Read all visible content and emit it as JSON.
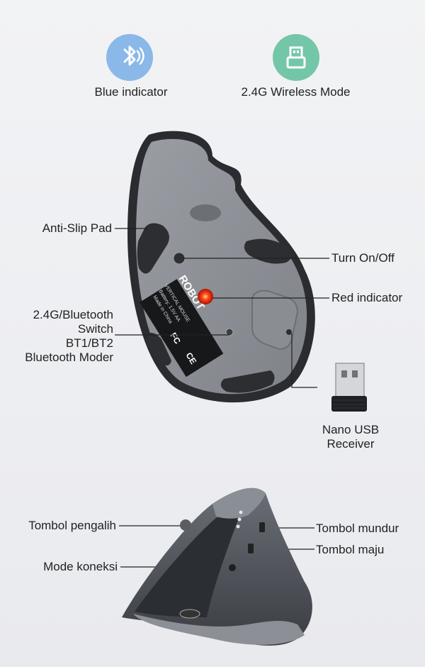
{
  "top_icons": [
    {
      "icon": "bluetooth-icon",
      "label": "Blue indicator",
      "color": "#8ab8e8"
    },
    {
      "icon": "usb-receiver-icon",
      "label": "2.4G Wireless Mode",
      "color": "#74c6a9"
    }
  ],
  "bottom_view_labels": {
    "anti_slip": "Anti-Slip Pad",
    "turn_on_off": "Turn On/Off",
    "red_indicator": "Red indicator",
    "switch_line1": "2.4G/Bluetooth",
    "switch_line2": "Switch",
    "switch_line3": "BT1/BT2",
    "switch_line4": "Bluetooth Moder",
    "receiver_line1": "Nano USB",
    "receiver_line2": "Receiver"
  },
  "mouse_sticker": {
    "brand": "ROBOT",
    "line1": "VERTICAL MOUSE",
    "line2": "Battery: 1.5V AA",
    "line3": "Made in China",
    "fcc": "FC",
    "ce": "CE"
  },
  "side_view_labels": {
    "pengalih": "Tombol pengalih",
    "mundur": "Tombol mundur",
    "maju": "Tombol maju",
    "koneksi": "Mode koneksi"
  }
}
